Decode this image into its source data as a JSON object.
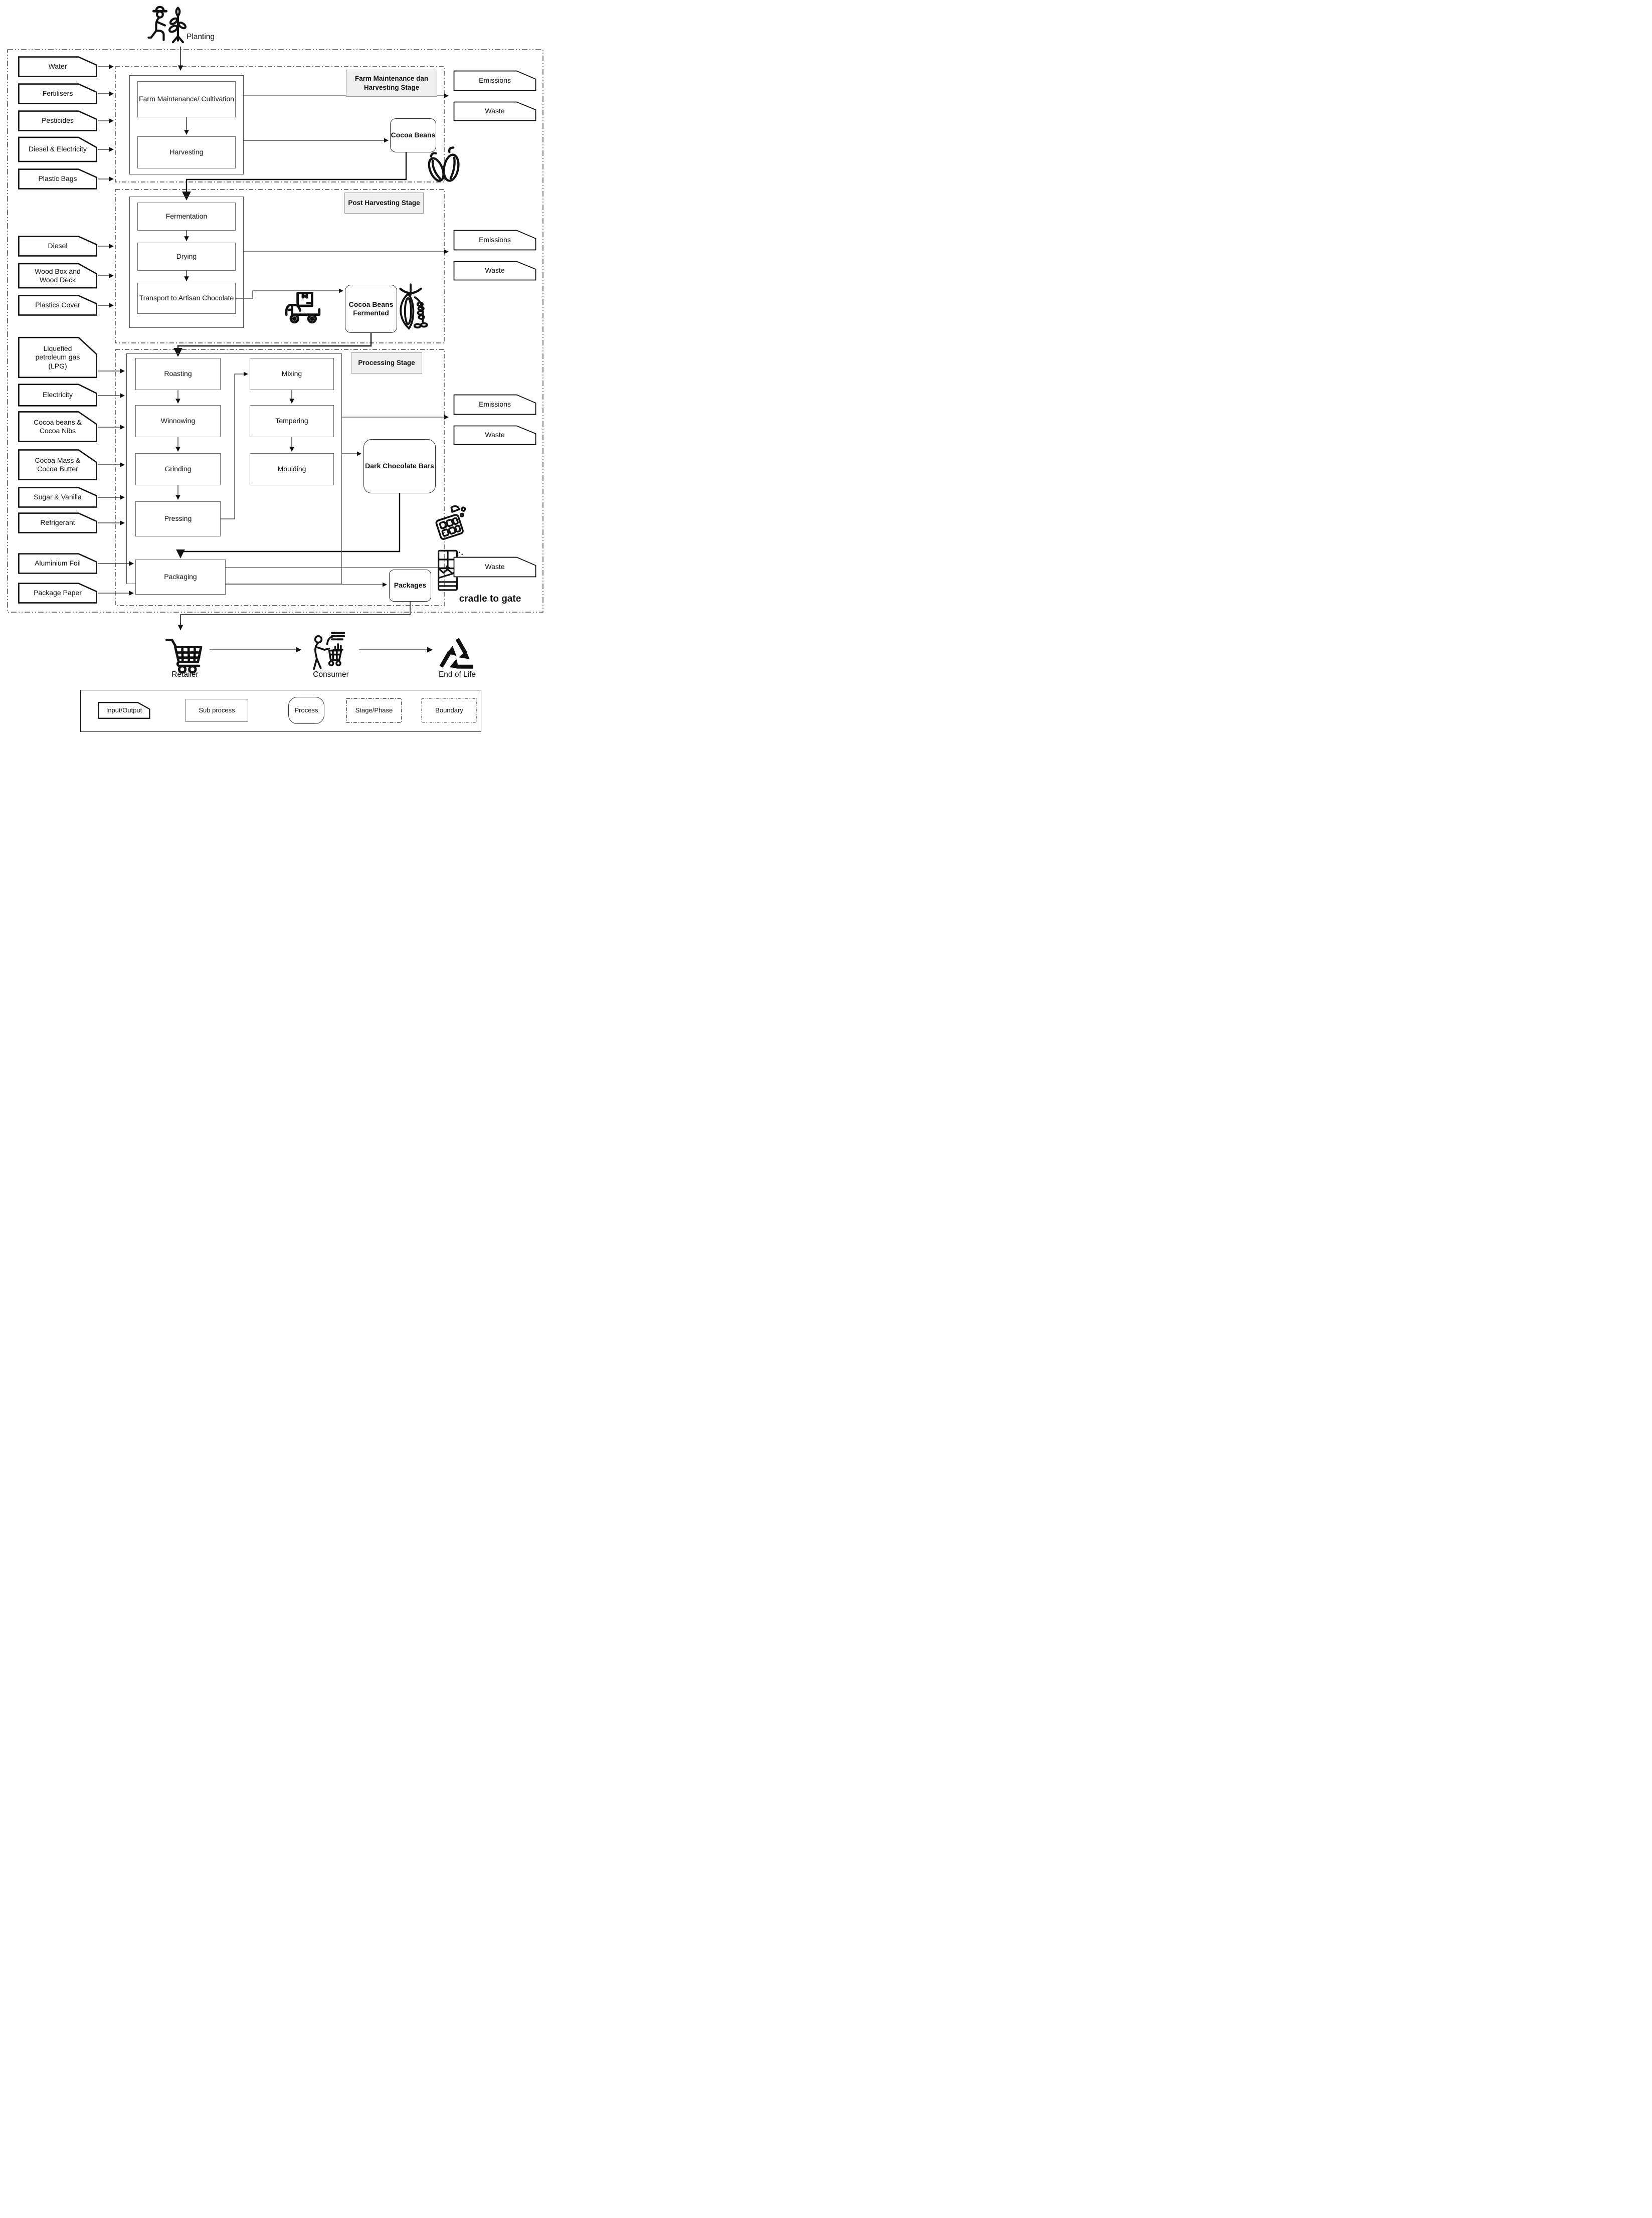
{
  "planting_label": "Planting",
  "boundary_label": "cradle to gate",
  "stage1": {
    "title": "Farm Maintenance dan Harvesting Stage",
    "inputs": [
      "Water",
      "Fertilisers",
      "Pesticides",
      "Diesel & Electricity",
      "Plastic Bags"
    ],
    "processes": [
      "Farm Maintenance/ Cultivation",
      "Harvesting"
    ],
    "product": "Cocoa Beans",
    "outputs": [
      "Emissions",
      "Waste"
    ]
  },
  "stage2": {
    "title": "Post Harvesting Stage",
    "inputs": [
      "Diesel",
      "Wood Box and Wood Deck",
      "Plastics Cover"
    ],
    "processes": [
      "Fermentation",
      "Drying",
      "Transport to Artisan Chocolate"
    ],
    "product": "Cocoa Beans Fermented",
    "outputs": [
      "Emissions",
      "Waste"
    ]
  },
  "stage3": {
    "title": "Processing Stage",
    "inputs": [
      "Liquefied petroleum gas (LPG)",
      "Electricity",
      "Cocoa beans & Cocoa Nibs",
      "Cocoa Mass & Cocoa Butter",
      "Sugar & Vanilla",
      "Refrigerant"
    ],
    "processes_left": [
      "Roasting",
      "Winnowing",
      "Grinding",
      "Pressing"
    ],
    "processes_right": [
      "Mixing",
      "Tempering",
      "Moulding"
    ],
    "product": "Dark Chocolate Bars",
    "outputs": [
      "Emissions",
      "Waste"
    ]
  },
  "packaging": {
    "label": "Packaging",
    "inputs": [
      "Aluminium Foil",
      "Package Paper"
    ],
    "product": "Packages",
    "output": "Waste"
  },
  "post_gate": [
    "Retailer",
    "Consumer",
    "End of Life"
  ],
  "legend": [
    "Input/Output",
    "Sub process",
    "Process",
    "Stage/Phase",
    "Boundary"
  ],
  "colors": {
    "stage_title_bg": "#efefef",
    "line": "#333333",
    "thick_line": "#111111"
  }
}
